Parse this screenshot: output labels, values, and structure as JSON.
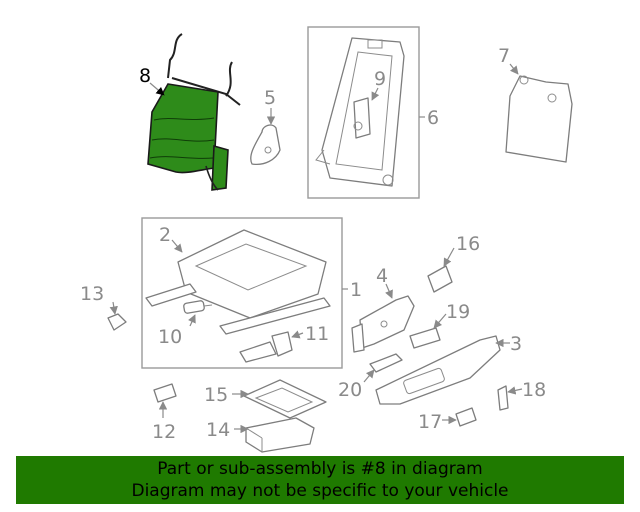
{
  "diagram": {
    "highlight_color": "#2e8b1a",
    "callouts": [
      "1",
      "2",
      "3",
      "4",
      "5",
      "6",
      "7",
      "8",
      "9",
      "10",
      "11",
      "12",
      "13",
      "14",
      "15",
      "16",
      "17",
      "18",
      "19",
      "20"
    ]
  },
  "banner": {
    "line1": "Part or sub-assembly is #8 in diagram",
    "line2": "Diagram may not be specific to your vehicle",
    "background": "#1f7a00"
  }
}
